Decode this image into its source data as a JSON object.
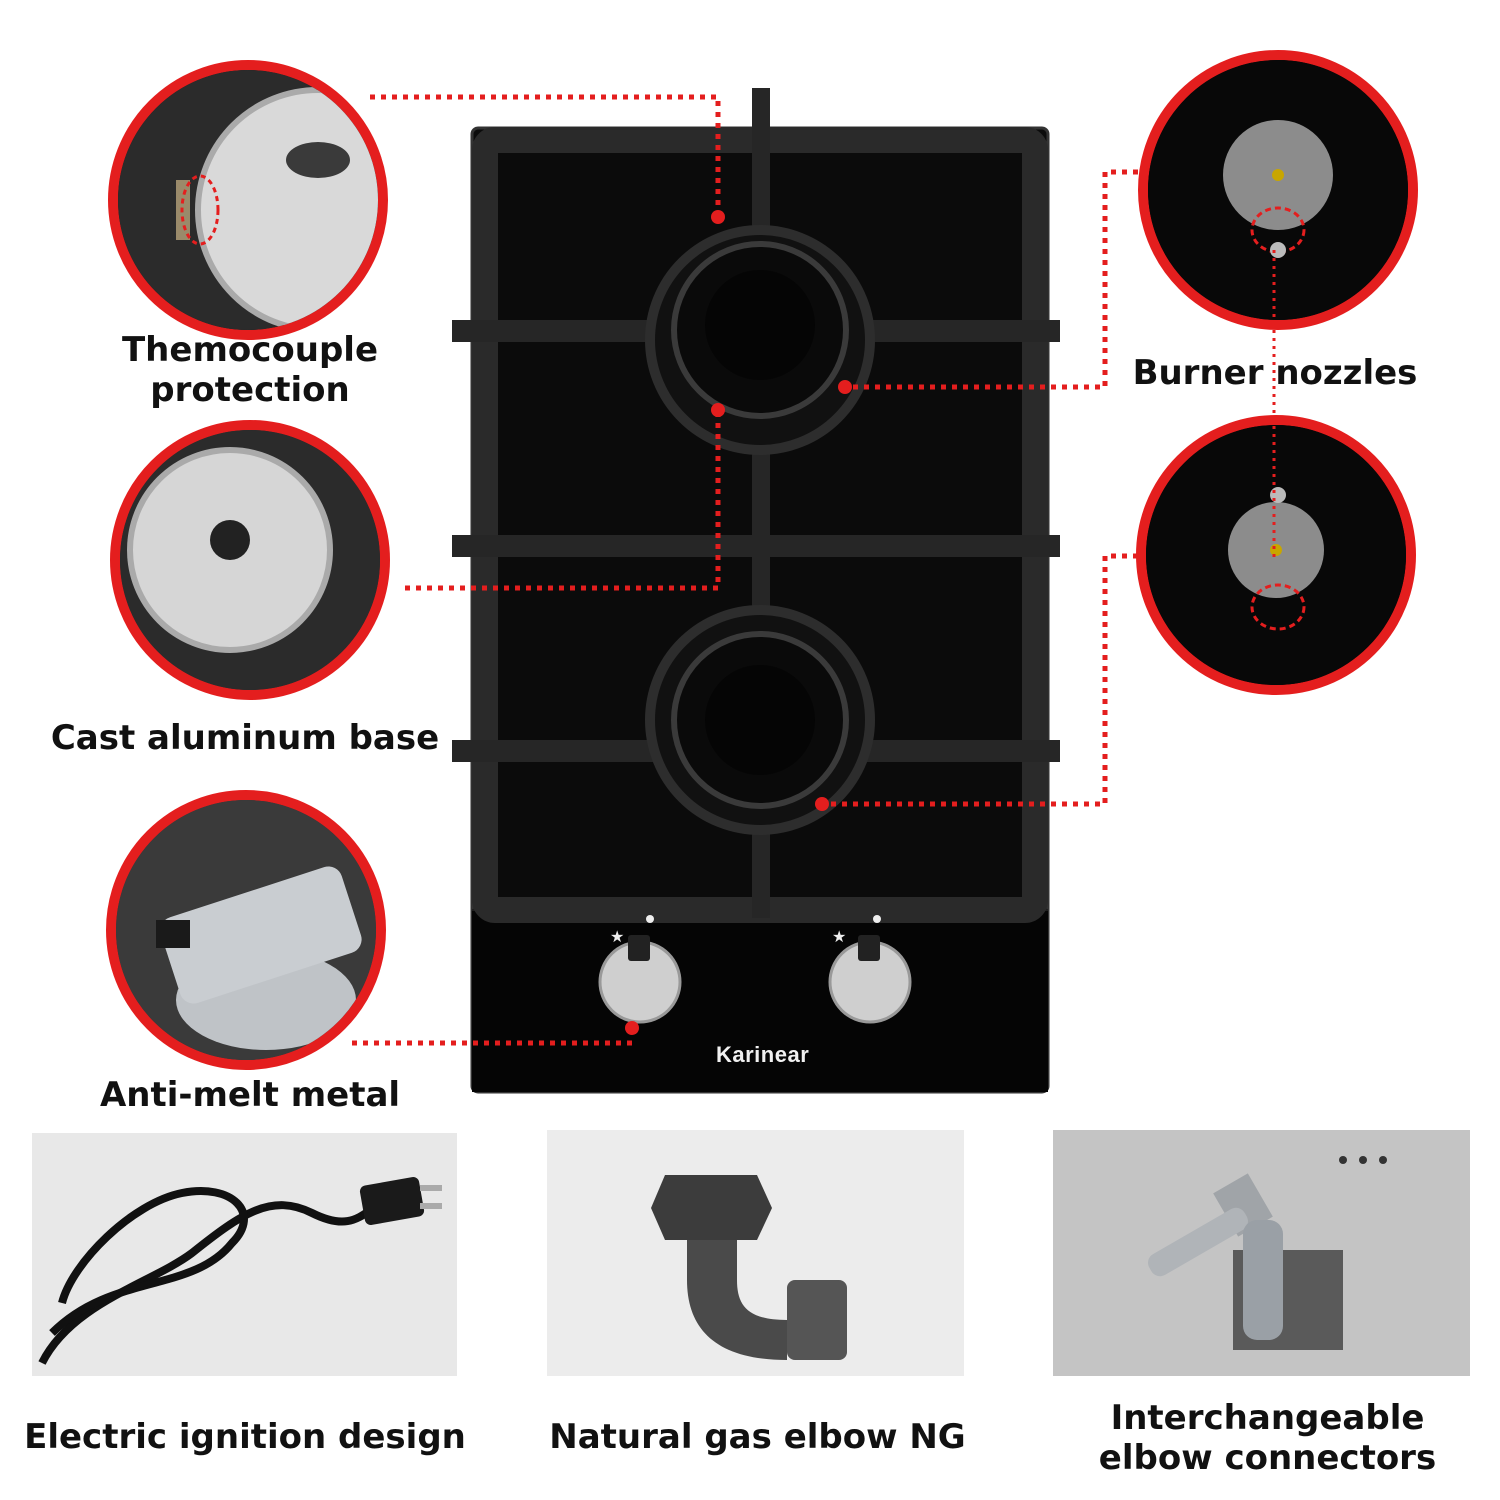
{
  "colors": {
    "accent": "#e41e1e",
    "cooktop": "#0b0b0b",
    "grate": "#262626"
  },
  "product": {
    "brand": "Karinear"
  },
  "callouts": {
    "thermocouple": "Themocouple\nprotection",
    "cast_base": "Cast aluminum base",
    "anti_melt": "Anti-melt metal",
    "nozzles": "Burner nozzles"
  },
  "bottom": {
    "ignition": "Electric ignition design",
    "elbow_ng": "Natural gas elbow NG",
    "interchangeable": "Interchangeable\nelbow connectors"
  }
}
